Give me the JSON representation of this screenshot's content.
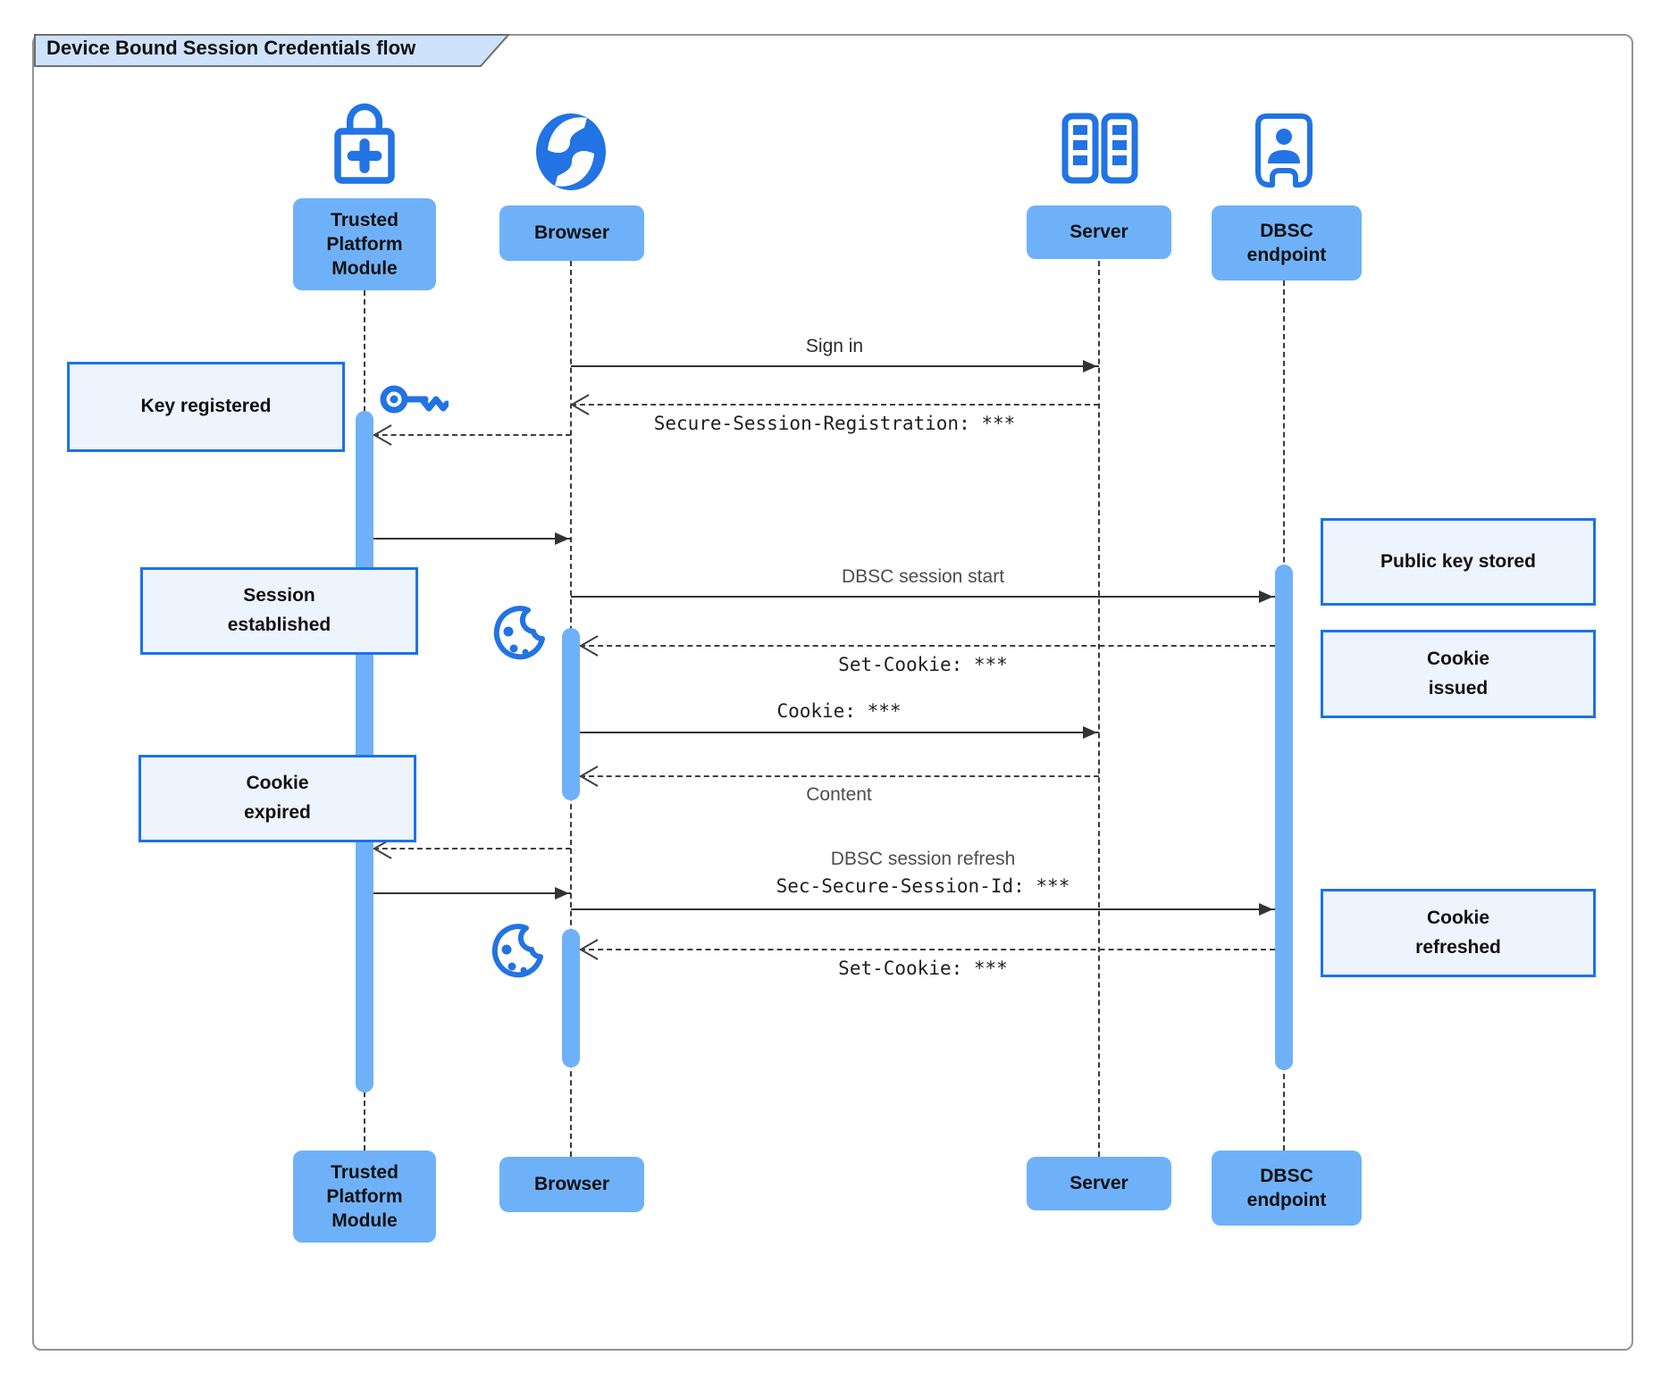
{
  "title": "Device Bound Session Credentials flow",
  "actors": {
    "tpm": {
      "label": "Trusted Platform Module",
      "icon": "lock-plus-icon"
    },
    "browser": {
      "label": "Browser",
      "icon": "globe-icon"
    },
    "server": {
      "label": "Server",
      "icon": "server-rack-icon"
    },
    "dbsc": {
      "label": "DBSC endpoint",
      "icon": "badge-person-icon"
    }
  },
  "messages": {
    "sign_in": "Sign in",
    "secure_session_registration": "Secure-Session-Registration: ***",
    "dbsc_session_start": "DBSC session start",
    "set_cookie_first": "Set-Cookie: ***",
    "cookie": "Cookie: ***",
    "content": "Content",
    "dbsc_session_refresh": "DBSC session refresh",
    "sec_secure_session_id": "Sec-Secure-Session-Id: ***",
    "set_cookie_second": "Set-Cookie: ***"
  },
  "notes": {
    "key_registered": "Key registered",
    "session_established": "Session established",
    "cookie_expired": "Cookie expired",
    "public_key_stored": "Public key stored",
    "cookie_issued": "Cookie issued",
    "cookie_refreshed": "Cookie refreshed"
  },
  "colors": {
    "icon_blue": "#2273E3",
    "participant_fill": "#6FB1F8",
    "note_fill": "#EDF4FD",
    "note_border": "#1A73E8",
    "title_fill": "#CFE2FB",
    "line": "#333333"
  }
}
